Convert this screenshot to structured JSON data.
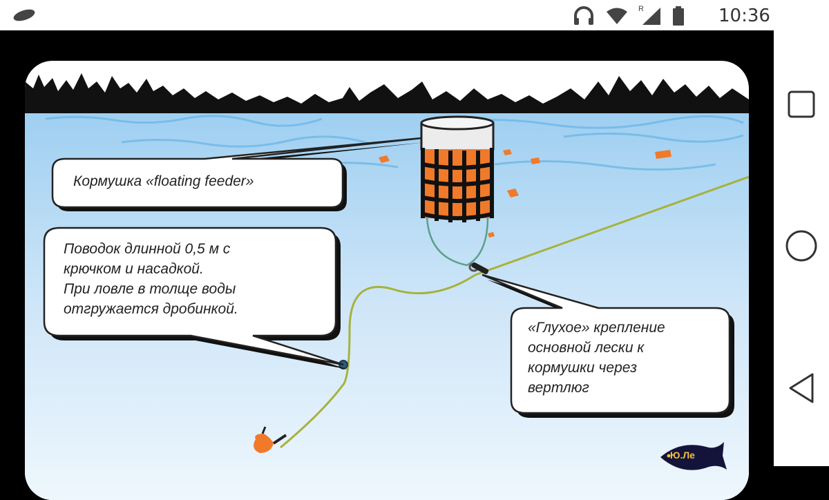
{
  "status_bar": {
    "time": "10:36",
    "network_indicator": "R"
  },
  "nav_bar": {
    "buttons": [
      "recent-apps",
      "home",
      "back"
    ]
  },
  "image": {
    "callouts": {
      "feeder": "Кормушка «floating feeder»",
      "leader_line1": "Поводок длинной 0,5 м с",
      "leader_line2": "крючком и насадкой.",
      "leader_line3": "При ловле в толще воды",
      "leader_line4": "отгружается дробинкой.",
      "mount_line1": "«Глухое» крепление",
      "mount_line2": "основной лески к",
      "mount_line3": "кормушки через",
      "mount_line4": "вертлюг"
    },
    "signature": "Ю.Ле"
  },
  "colors": {
    "water_top": "#9fd0f2",
    "water_bottom": "#e8f4fc",
    "bait": "#f07a2a",
    "line": "#a6b23a"
  }
}
